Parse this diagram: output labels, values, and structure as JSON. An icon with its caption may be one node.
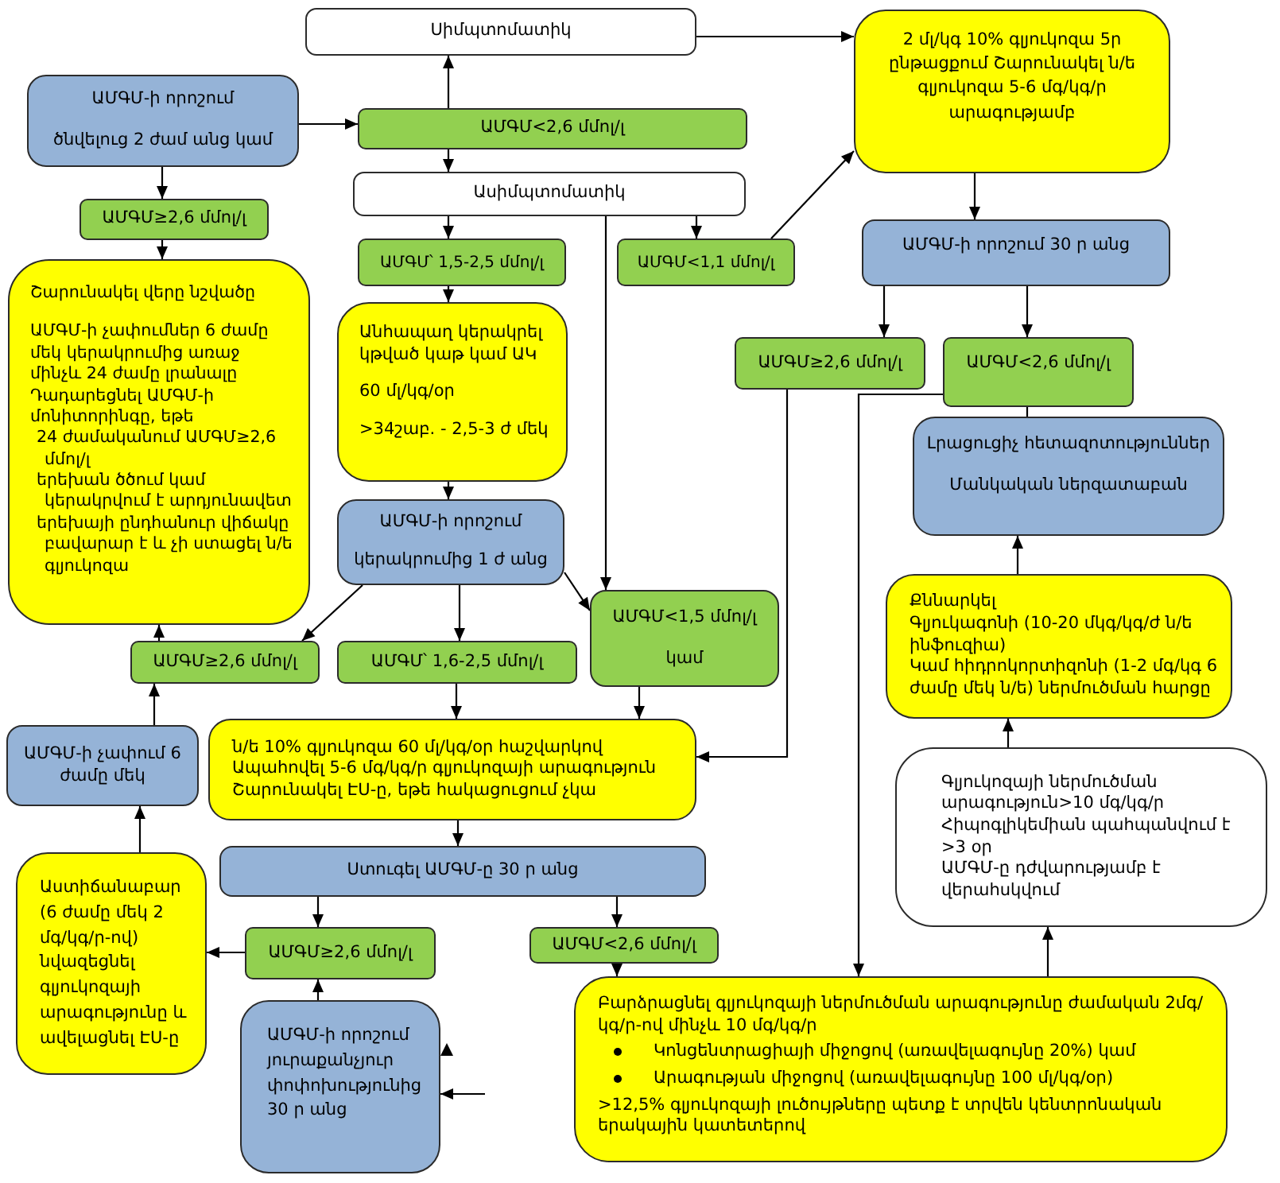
{
  "diagram": {
    "nodes": [
      {
        "text": [
          "Սիմպտոմատիկ"
        ]
      },
      {
        "text": [
          "2 մլ/կգ 10% գլյուկոզա 5ր ընթացքում Շարունակել ն/ե գլյուկոզա 5-6 մգ/կգ/ր արագությամբ"
        ]
      },
      {
        "text": [
          "ԱՄԳՄ-ի որոշում",
          "ծնվելուց 2 ժամ անց կամ"
        ]
      },
      {
        "text": [
          "ԱՄԳՄ<2,6 մմոլ/լ"
        ]
      },
      {
        "text": [
          "Ասիմպտոմատիկ"
        ]
      },
      {
        "text": [
          "ԱՄԳՄ≥2,6 մմոլ/լ"
        ]
      },
      {
        "text": [
          "ԱՄԳՄ-ի որոշում 30 ր անց"
        ]
      },
      {
        "text": [
          "ԱՄԳՄ՝ 1,5-2,5 մմոլ/լ"
        ]
      },
      {
        "text": [
          "ԱՄԳՄ<1,1 մմոլ/լ"
        ]
      },
      {
        "text": [
          "Շարունակել վերը նշվածը",
          "ԱՄԳՄ-ի չափումներ 6 ժամը մեկ կերակրումից առաջ մինչև 24 ժամը լրանալը",
          "Դադարեցնել ԱՄԳՄ-ի մոնիտորինգը, եթե",
          "24 ժամականում ԱՄԳՄ≥2,6 մմոլ/լ",
          "երեխան ծծում կամ կերակրվում է արդյունավետ",
          "երեխայի ընդհանուր վիճակը բավարար է և չի ստացել ն/ե գլյուկոզա"
        ]
      },
      {
        "text": [
          "Անհապաղ կերակրել կթված կաթ կամ ԱԿ",
          "60 մլ/կգ/օր",
          ">34շաբ. - 2,5-3 ժ մեկ"
        ]
      },
      {
        "text": [
          "ԱՄԳՄ≥2,6 մմոլ/լ"
        ]
      },
      {
        "text": [
          "ԱՄԳՄ<2,6 մմոլ/լ"
        ]
      },
      {
        "text": [
          "Լրացուցիչ հետազոտություններ",
          "Մանկական ներզատաբան"
        ]
      },
      {
        "text": [
          "ԱՄԳՄ-ի որոշում",
          "կերակրումից 1 ժ անց"
        ]
      },
      {
        "text": [
          "Քննարկել",
          "Գլյուկագոնի (10-20 մկգ/կգ/ժ ն/ե ինֆուզիա)",
          "Կամ հիդրոկորտիզոնի (1-2 մգ/կգ 6 ժամը մեկ ն/ե) ներմուծման հարցը"
        ]
      },
      {
        "text": [
          "ԱՄԳՄ<1,5 մմոլ/լ",
          "կամ"
        ]
      },
      {
        "text": [
          "ԱՄԳՄ≥2,6 մմոլ/լ"
        ]
      },
      {
        "text": [
          "ԱՄԳՄ՝ 1,6-2,5 մմոլ/լ"
        ]
      },
      {
        "text": [
          "ն/ե 10% գլյուկոզա 60 մլ/կգ/օր հաշվարկով",
          "Ապահովել 5-6 մգ/կգ/ր գլյուկոզայի արագություն",
          "Շարունակել ԷՍ-ը, եթե հակացուցում չկա"
        ]
      },
      {
        "text": [
          "ԱՄԳՄ-ի չափում 6 ժամը մեկ"
        ]
      },
      {
        "text": [
          "Գլյուկոզայի ներմուծման արագություն>10 մգ/կգ/ր",
          "Հիպոգլիկեմիան պահպանվում է >3 օր",
          "ԱՄԳՄ-ը դժվարությամբ է վերահսկվում"
        ]
      },
      {
        "text": [
          "Ստուգել ԱՄԳՄ-ը 30 ր անց"
        ]
      },
      {
        "text": [
          "Աստիճանաբար (6 ժամը մեկ 2 մգ/կգ/ր-ով) նվազեցնել գլյուկոզայի արագությունը և ավելացնել ԷՍ-ը"
        ]
      },
      {
        "text": [
          "ԱՄԳՄ≥2,6 մմոլ/լ"
        ]
      },
      {
        "text": [
          "ԱՄԳՄ<2,6 մմոլ/լ"
        ]
      },
      {
        "text": [
          "Բարձրացնել գլյուկոզայի ներմուծման արագությունը ժամական 2մգ/կգ/ր-ով մինչև 10 մգ/կգ/ր",
          "Կոնցենտրացիայի միջոցով (առավելագույնը 20%) կամ",
          "Արագության միջոցով (առավելագույնը 100 մլ/կգ/օր)",
          ">12,5% գլյուկոզայի լուծույթները պետք է տրվեն կենտրոնական երակային կատետերով"
        ]
      },
      {
        "text": [
          "ԱՄԳՄ-ի որոշում յուրաքանչյուր փոփոխությունից 30 ր անց"
        ]
      }
    ],
    "edges": [
      {
        "from": 2,
        "to": 3,
        "arrow": "to"
      },
      {
        "from": 3,
        "to": 0,
        "arrow": "to"
      },
      {
        "from": 3,
        "to": 4,
        "arrow": "to"
      },
      {
        "from": 2,
        "to": 5,
        "arrow": "to"
      },
      {
        "from": 5,
        "to": 9,
        "arrow": "to"
      },
      {
        "from": 0,
        "to": 1,
        "arrow": "to"
      },
      {
        "from": 4,
        "to": 7,
        "arrow": "to"
      },
      {
        "from": 4,
        "to": 8,
        "arrow": "to"
      },
      {
        "from": 8,
        "to": 1,
        "arrow": "to"
      },
      {
        "from": 4,
        "to": 16,
        "arrow": "to"
      },
      {
        "from": 7,
        "to": 10,
        "arrow": "to"
      },
      {
        "from": 10,
        "to": 14,
        "arrow": "to"
      },
      {
        "from": 14,
        "to": 17,
        "arrow": "to"
      },
      {
        "from": 14,
        "to": 18,
        "arrow": "to"
      },
      {
        "from": 14,
        "to": 16,
        "arrow": "to"
      },
      {
        "from": 17,
        "to": 9,
        "arrow": "to"
      },
      {
        "from": 16,
        "to": 19,
        "arrow": "to"
      },
      {
        "from": 18,
        "to": 19,
        "arrow": "to"
      },
      {
        "from": 20,
        "to": 17,
        "arrow": "to"
      },
      {
        "from": 19,
        "to": 22,
        "arrow": "to"
      },
      {
        "from": 23,
        "to": 20,
        "arrow": "to"
      },
      {
        "from": 22,
        "to": 24,
        "arrow": "to"
      },
      {
        "from": 22,
        "to": 25,
        "arrow": "to"
      },
      {
        "from": 24,
        "to": 23,
        "arrow": "to"
      },
      {
        "from": 27,
        "to": 24,
        "arrow": "to"
      },
      {
        "from": 25,
        "to": 26,
        "arrow": "to"
      },
      {
        "from": null,
        "to": 27,
        "arrow": "to"
      },
      {
        "from": 1,
        "to": 6,
        "arrow": "to"
      },
      {
        "from": 6,
        "to": 11,
        "arrow": "to"
      },
      {
        "from": 6,
        "to": 12,
        "arrow": "to"
      },
      {
        "from": 12,
        "to": 13,
        "arrow": "none"
      },
      {
        "from": 12,
        "to": 26,
        "arrow": "to"
      },
      {
        "from": 11,
        "to": 19,
        "arrow": "to"
      },
      {
        "from": 15,
        "to": 13,
        "arrow": "to"
      },
      {
        "from": 21,
        "to": 15,
        "arrow": "to"
      },
      {
        "from": 26,
        "to": 21,
        "arrow": "to"
      }
    ]
  }
}
